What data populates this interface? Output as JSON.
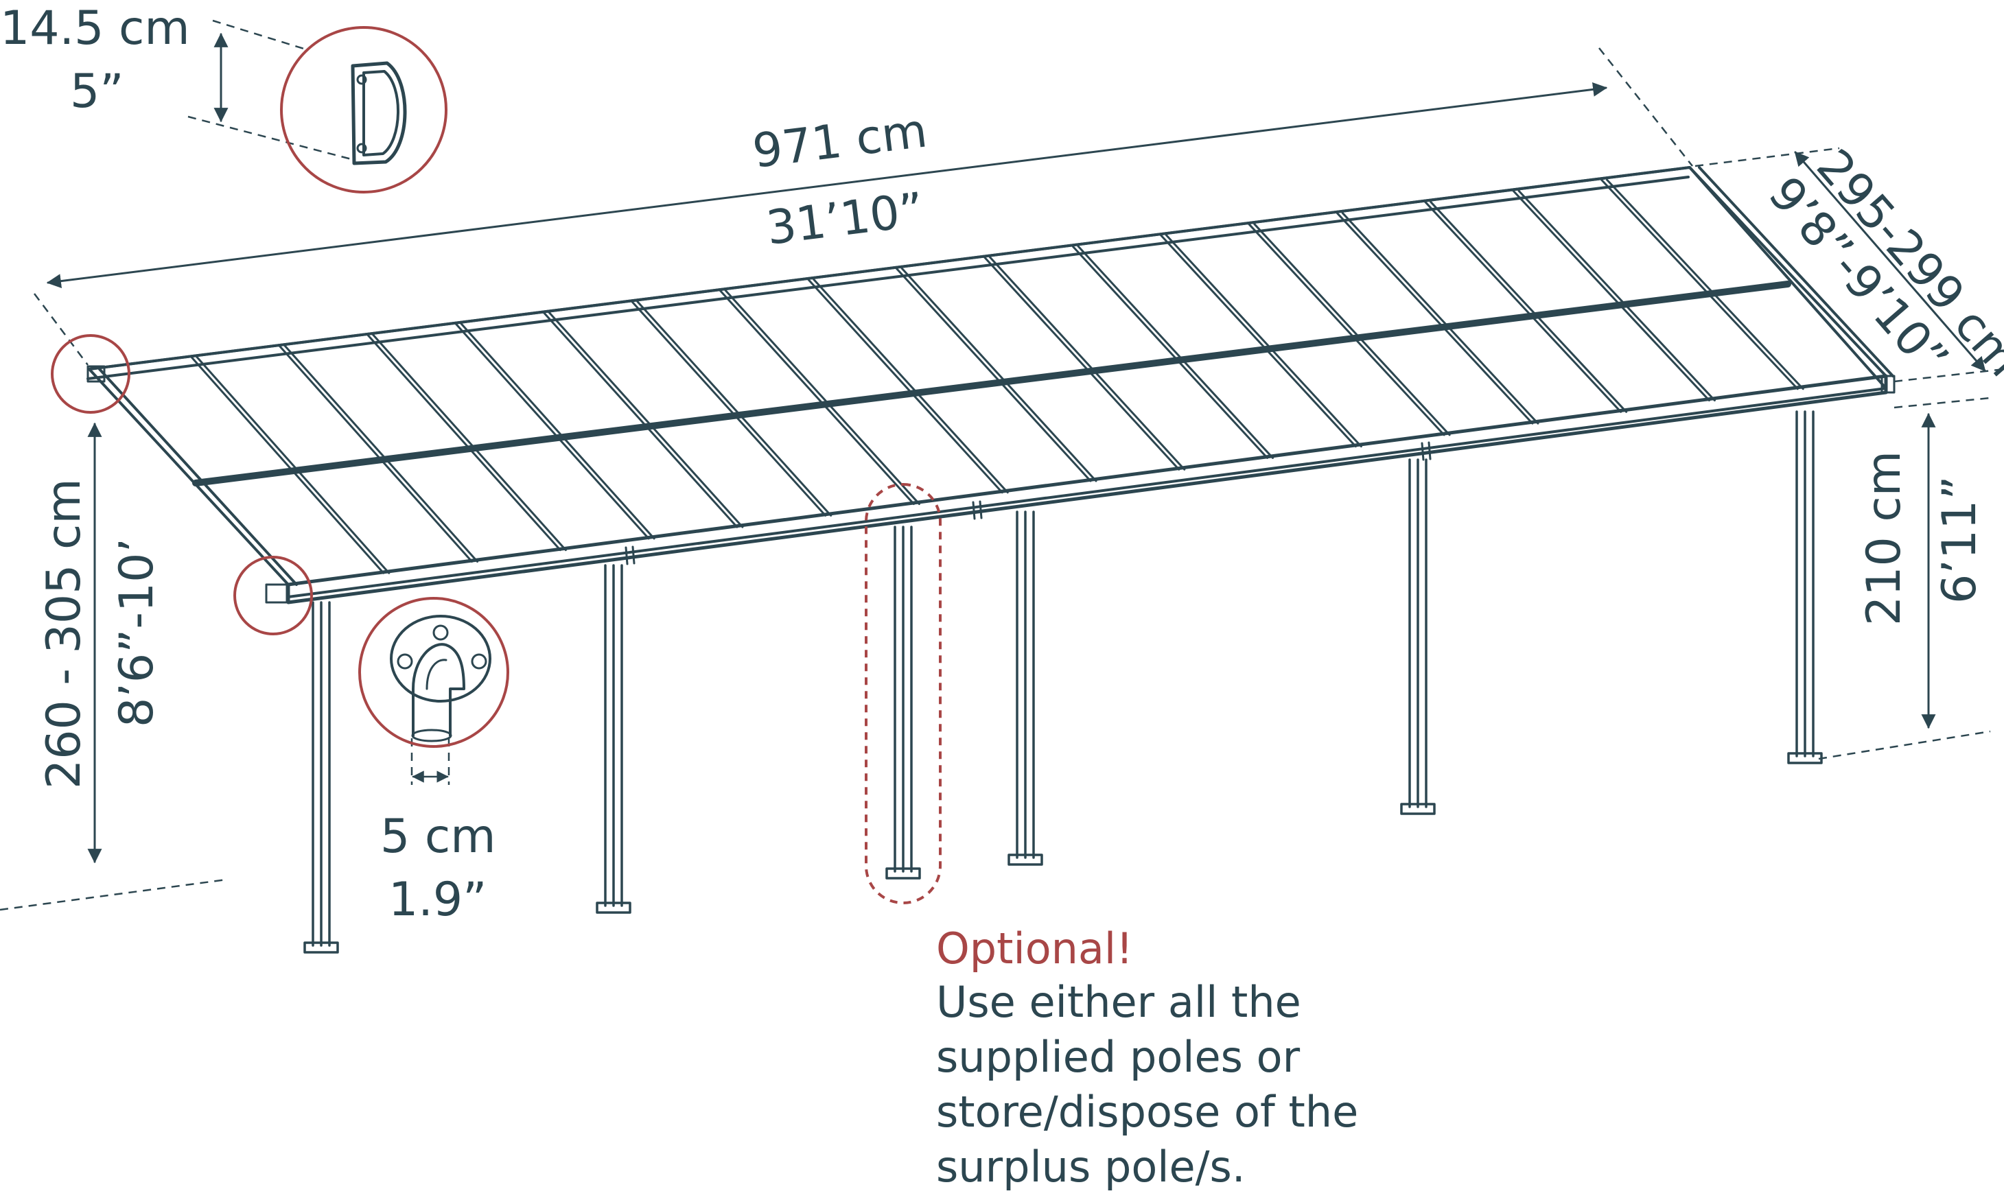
{
  "dimensions": {
    "length": {
      "metric": "971 cm",
      "imperial": "31’10”"
    },
    "width": {
      "metric": "295-299 cm",
      "imperial": "9’8”-9’10”"
    },
    "front_height": {
      "metric": "210 cm",
      "imperial": "6’11”"
    },
    "back_height": {
      "metric": "260 - 305 cm",
      "imperial": "8’6”-10’"
    },
    "gutter_height": {
      "metric": "14.5 cm",
      "imperial": "5”"
    },
    "post_width": {
      "metric": "5 cm",
      "imperial": "1.9”"
    }
  },
  "note": {
    "title": "Optional!",
    "lines": [
      "Use either all the",
      "supplied poles or",
      "store/dispose of the",
      "surplus pole/s."
    ]
  },
  "colors": {
    "line": "#2c4650",
    "highlight": "#a84646",
    "background": "#ffffff"
  }
}
